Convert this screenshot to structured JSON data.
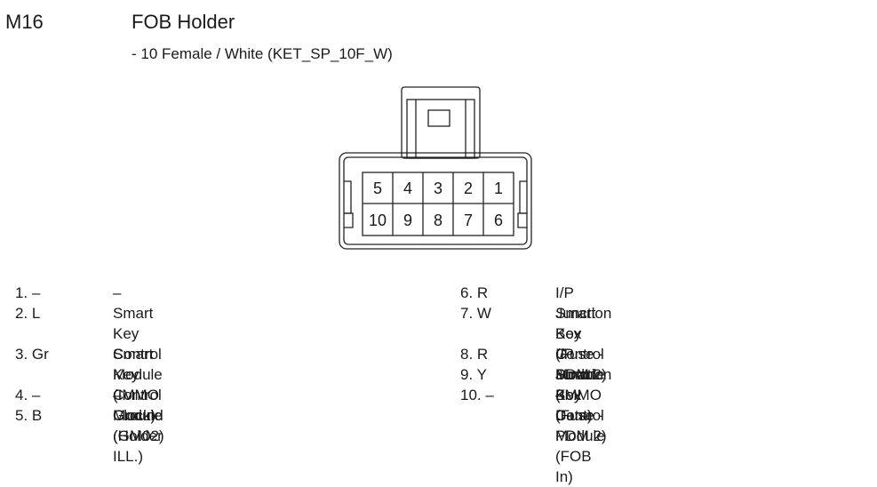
{
  "connector": {
    "code": "M16",
    "name": "FOB Holder",
    "spec": "- 10 Female / White (KET_SP_10F_W)",
    "pins_top_row": [
      "5",
      "4",
      "3",
      "2",
      "1"
    ],
    "pins_bottom_row": [
      "10",
      "9",
      "8",
      "7",
      "6"
    ]
  },
  "pins_left": [
    {
      "num": "1. –",
      "desc": "–"
    },
    {
      "num": "2. L",
      "desc": "Smart Key Control Module\n(IMMO Clock)"
    },
    {
      "num": "3. Gr",
      "desc": "Smart Key Control Module\n(Holder ILL.)"
    },
    {
      "num": "4. –",
      "desc": "–"
    },
    {
      "num": "5. B",
      "desc": "Ground (GM02)"
    }
  ],
  "pins_right": [
    {
      "num": "6. R",
      "desc": "I/P Junction Box (Fuse - PDM 2)"
    },
    {
      "num": "7. W",
      "desc": "Smart Key Control Module\n(IMMO Data)"
    },
    {
      "num": "8. R",
      "desc": "I/P Junction Box (Fuse - PDM 2)"
    },
    {
      "num": "9. Y",
      "desc": "Smart Key Control Module (FOB In)"
    },
    {
      "num": "10. –",
      "desc": "–"
    }
  ]
}
